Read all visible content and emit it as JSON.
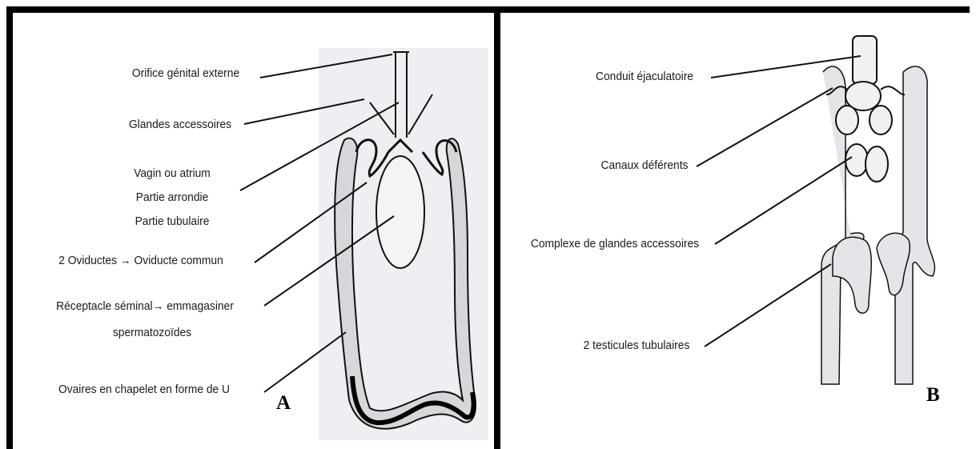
{
  "panel_a": {
    "letter": "A",
    "labels": [
      "Orifice génital externe",
      "Glandes accessoires",
      "Vagin ou atrium",
      "Partie arrondie",
      "Partie tubulaire",
      "2 Oviductes → Oviducte commun",
      "Réceptacle séminal→ emmagasiner",
      "spermatozoïdes",
      "Ovaires en chapelet en forme de U"
    ]
  },
  "panel_b": {
    "letter": "B",
    "labels": [
      "Conduit éjaculatoire",
      "Canaux déférents",
      "Complexe de glandes  accessoires",
      "2 testicules tubulaires"
    ]
  }
}
